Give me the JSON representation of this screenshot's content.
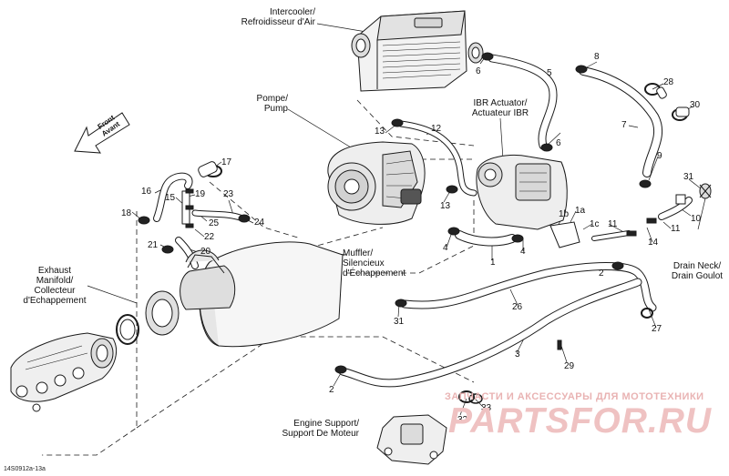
{
  "diagram": {
    "direction": {
      "line1": "Front",
      "line2": "Avant"
    },
    "labels": {
      "intercooler": {
        "line1": "Intercooler/",
        "line2": "Refroidisseur d'Air"
      },
      "pump": {
        "line1": "Pompe/",
        "line2": "Pump"
      },
      "ibr": {
        "line1": "IBR Actuator/",
        "line2": "Actuateur IBR"
      },
      "muffler": {
        "line1": "Muffler/",
        "line2": "Silencieux",
        "line3": "d'Échappement"
      },
      "exhaust": {
        "line1": "Exhaust",
        "line2": "Manifold/",
        "line3": "Collecteur",
        "line4": "d'Echappement"
      },
      "drain": {
        "line1": "Drain Neck/",
        "line2": "Drain Goulot"
      },
      "engine": {
        "line1": "Engine Support/",
        "line2": "Support De Moteur"
      }
    },
    "callouts": [
      "6",
      "5",
      "8",
      "28",
      "30",
      "7",
      "6",
      "9",
      "31",
      "10",
      "11",
      "14",
      "11",
      "1c",
      "1a",
      "1b",
      "4",
      "1",
      "4",
      "2",
      "26",
      "27",
      "3",
      "29",
      "31",
      "2",
      "32",
      "33",
      "13",
      "12",
      "13",
      "17",
      "16",
      "19",
      "15",
      "18",
      "25",
      "23",
      "24",
      "22",
      "21",
      "20"
    ],
    "drawing_code": "14S0912a-13a"
  },
  "watermark": {
    "line1": "ЗАПЧАСТИ И АКСЕССУАРЫ ДЛЯ МОТОТЕХНИКИ",
    "line2": "PARTSFOR.RU"
  }
}
